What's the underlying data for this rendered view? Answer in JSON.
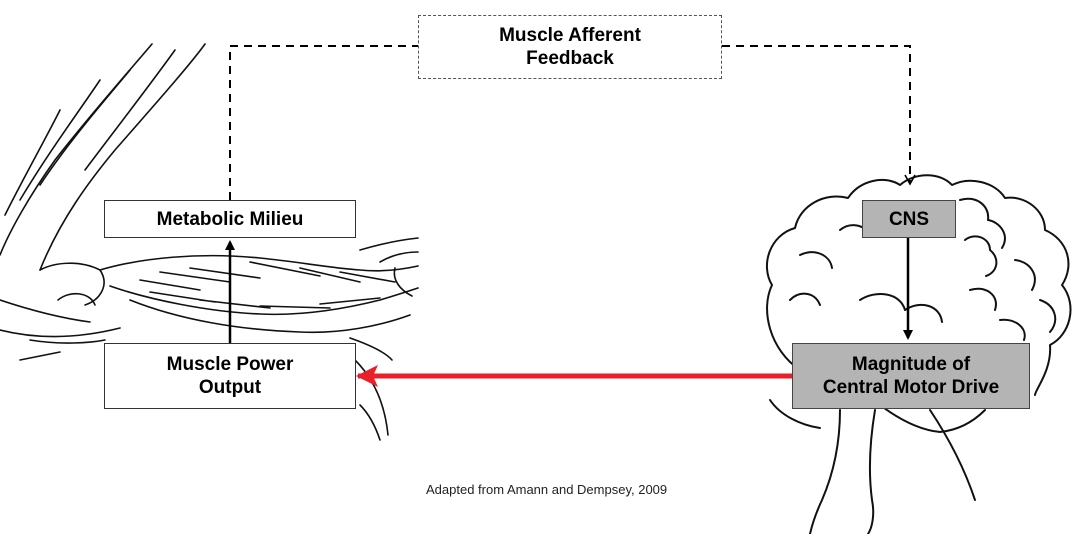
{
  "diagram": {
    "feedback_label": "Muscle Afferent Feedback",
    "feedback_line1": "Muscle Afferent",
    "feedback_line2": "Feedback",
    "metabolic_label": "Metabolic Milieu",
    "muscle_power_line1": "Muscle Power",
    "muscle_power_line2": "Output",
    "cns_label": "CNS",
    "motor_drive_line1": "Magnitude of",
    "motor_drive_line2": "Central Motor Drive",
    "caption": "Adapted from Amann and Dempsey, 2009"
  },
  "colors": {
    "motor_arrow": "#e8202a",
    "grey_box": "#b4b4b4",
    "line": "#000000"
  },
  "illustrations": {
    "left": "arm-muscle-illustration",
    "right": "brain-illustration"
  }
}
